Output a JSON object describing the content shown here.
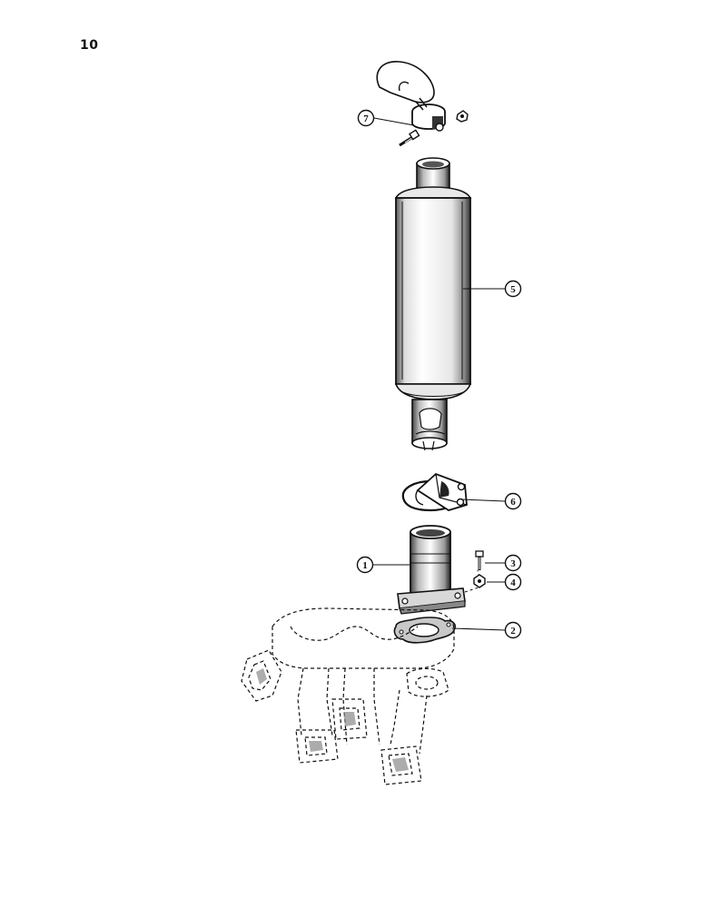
{
  "page_number": "10",
  "callouts": [
    {
      "id": "callout-1",
      "label": "1"
    },
    {
      "id": "callout-2",
      "label": "2"
    },
    {
      "id": "callout-3",
      "label": "3"
    },
    {
      "id": "callout-4",
      "label": "4"
    },
    {
      "id": "callout-5",
      "label": "5"
    },
    {
      "id": "callout-6",
      "label": "6"
    },
    {
      "id": "callout-7",
      "label": "7"
    }
  ],
  "colors": {
    "ink": "#111111",
    "paper": "#ffffff",
    "shade": "#9a9a9a"
  }
}
